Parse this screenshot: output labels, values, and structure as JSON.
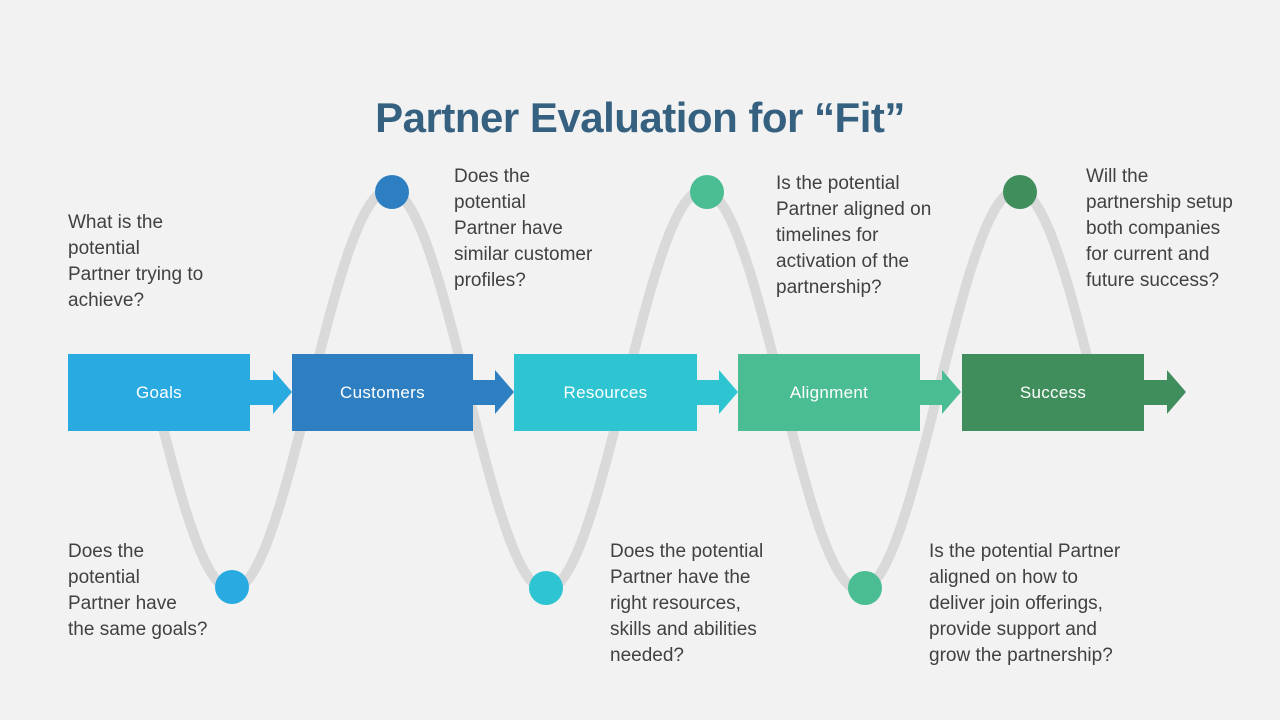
{
  "slide": {
    "title": "Partner Evaluation for “Fit”",
    "colors": {
      "background": "#F2F2F2",
      "title": "#35607F",
      "body_text": "#414042",
      "curve": "#D9D9D9"
    }
  },
  "steps": [
    {
      "label": "Goals",
      "color": "#29ABE2"
    },
    {
      "label": "Customers",
      "color": "#2D7FC1"
    },
    {
      "label": "Resources",
      "color": "#2FC4D1"
    },
    {
      "label": "Alignment",
      "color": "#4ABD92"
    },
    {
      "label": "Success",
      "color": "#3F8E5C"
    }
  ],
  "annotations": {
    "goals_top": "What is the\npotential\nPartner trying to\nachieve?",
    "customers_top": "Does the\npotential\nPartner have\nsimilar customer\nprofiles?",
    "alignment_top": "Is the potential\nPartner aligned on\ntimelines for\nactivation of the\npartnership?",
    "success_top": "Will the\npartnership setup\nboth companies\nfor current and\nfuture success?",
    "goals_bottom": "Does the\npotential\nPartner have\nthe same goals?",
    "resources_bottom": "Does the potential\nPartner have the\nright resources,\nskills and abilities\nneeded?",
    "alignment_bottom": "Is the potential Partner\naligned on how to\ndeliver join offerings,\nprovide support and\ngrow the partnership?"
  },
  "dots": [
    {
      "name": "goals-milestone",
      "color": "#29ABE2"
    },
    {
      "name": "customers-milestone",
      "color": "#2D7FC1"
    },
    {
      "name": "resources-milestone",
      "color": "#2FC4D1"
    },
    {
      "name": "alignment-top-milestone",
      "color": "#4ABD92"
    },
    {
      "name": "alignment-bottom-milestone",
      "color": "#4ABD92"
    },
    {
      "name": "success-milestone",
      "color": "#3F8E5C"
    }
  ]
}
